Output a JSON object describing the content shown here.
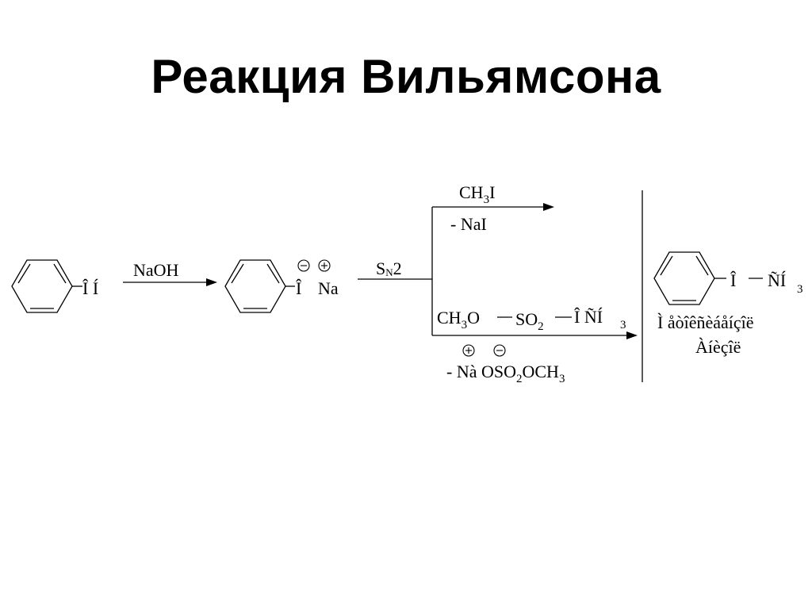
{
  "slide": {
    "title": "Реакция Вильямсона"
  },
  "scheme": {
    "reactant_group": "Î Í",
    "reagent_naoh": "NaOH",
    "intermediate_o": "Î",
    "intermediate_na": "Na",
    "charge_minus": "−",
    "charge_plus": "+",
    "mechanism_s": "S",
    "mechanism_n": "N",
    "mechanism_2": "2",
    "upper_reagent_ch": "CH",
    "upper_reagent_sub": "3",
    "upper_reagent_i": "I",
    "upper_byproduct": "- NaI",
    "lower_reagent_ch3o_a": "CH",
    "lower_reagent_ch3o_sub": "3",
    "lower_reagent_ch3o_b": "O",
    "lower_reagent_so": "SO",
    "lower_reagent_so_sub": "2",
    "lower_reagent_och3": "Î ÑÍ",
    "lower_reagent_och3_sub": "3",
    "lower_byproduct_a": "- Nà OSO",
    "lower_byproduct_sub1": "2",
    "lower_byproduct_b": "OCH",
    "lower_byproduct_sub2": "3",
    "product_o": "Î",
    "product_ch": "ÑÍ",
    "product_sub": "3",
    "product_name_line1": "Ì åòîêñèáåíçîë",
    "product_name_line2": "Àíèçîë"
  }
}
